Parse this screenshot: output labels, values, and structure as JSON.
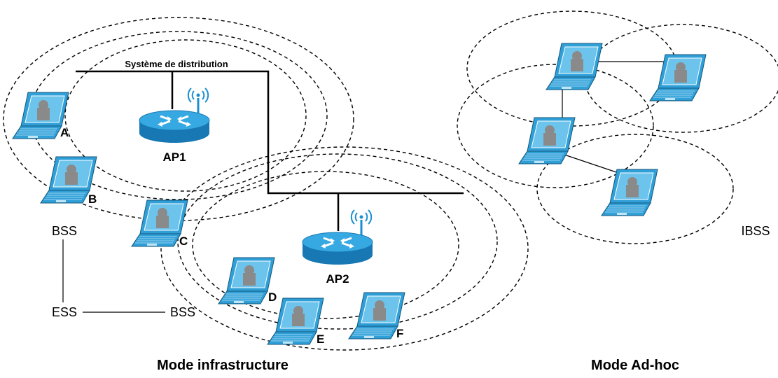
{
  "infrastructure": {
    "distribution_label": "Système de distribution",
    "access_points": [
      {
        "id": "ap1",
        "label": "AP1"
      },
      {
        "id": "ap2",
        "label": "AP2"
      }
    ],
    "stations": [
      {
        "id": "a",
        "label": "A"
      },
      {
        "id": "b",
        "label": "B"
      },
      {
        "id": "c",
        "label": "C"
      },
      {
        "id": "d",
        "label": "D"
      },
      {
        "id": "e",
        "label": "E"
      },
      {
        "id": "f",
        "label": "F"
      }
    ],
    "hierarchy": {
      "bss_top": "BSS",
      "ess": "ESS",
      "bss_right": "BSS"
    },
    "caption": "Mode infrastructure"
  },
  "adhoc": {
    "stations": [
      "station-1",
      "station-2",
      "station-3",
      "station-4"
    ],
    "ibss_label": "IBSS",
    "caption": "Mode Ad-hoc"
  },
  "colors": {
    "laptop_body": "#2f9fd8",
    "laptop_screen": "#5bbbe8",
    "router_body": "#1a8fd0",
    "router_top": "#3aaee6",
    "wireless": "#1a8fd0",
    "lines": "#000000"
  }
}
